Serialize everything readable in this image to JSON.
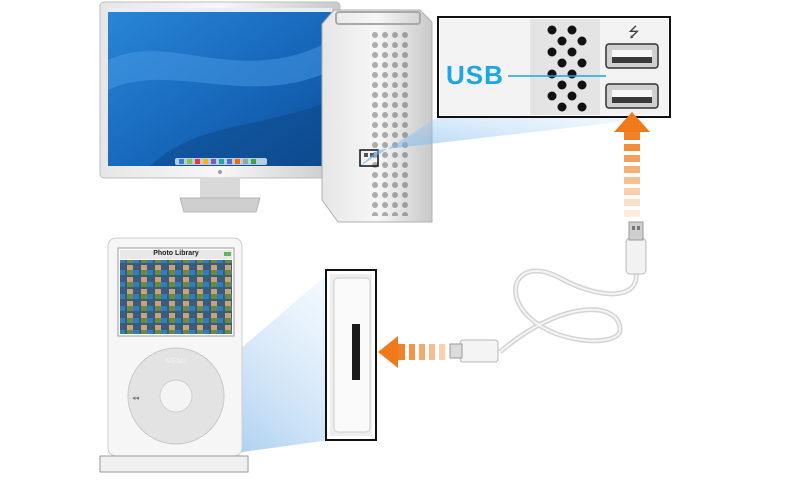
{
  "callout": {
    "port_label": "USB",
    "usb_symbol": "⭍"
  },
  "ipod": {
    "screen_title": "Photo Library",
    "menu_label": "MENU"
  },
  "colors": {
    "usb_label": "#1aa6e8",
    "arrow": "#f07a1a",
    "desktop_blue": "#1b6fc4",
    "highlight_frame": "#111111"
  },
  "icons": [
    "usb-symbol-icon",
    "arrow-up-icon",
    "arrow-left-icon",
    "usb-cable-icon",
    "dock-connector-icon"
  ]
}
